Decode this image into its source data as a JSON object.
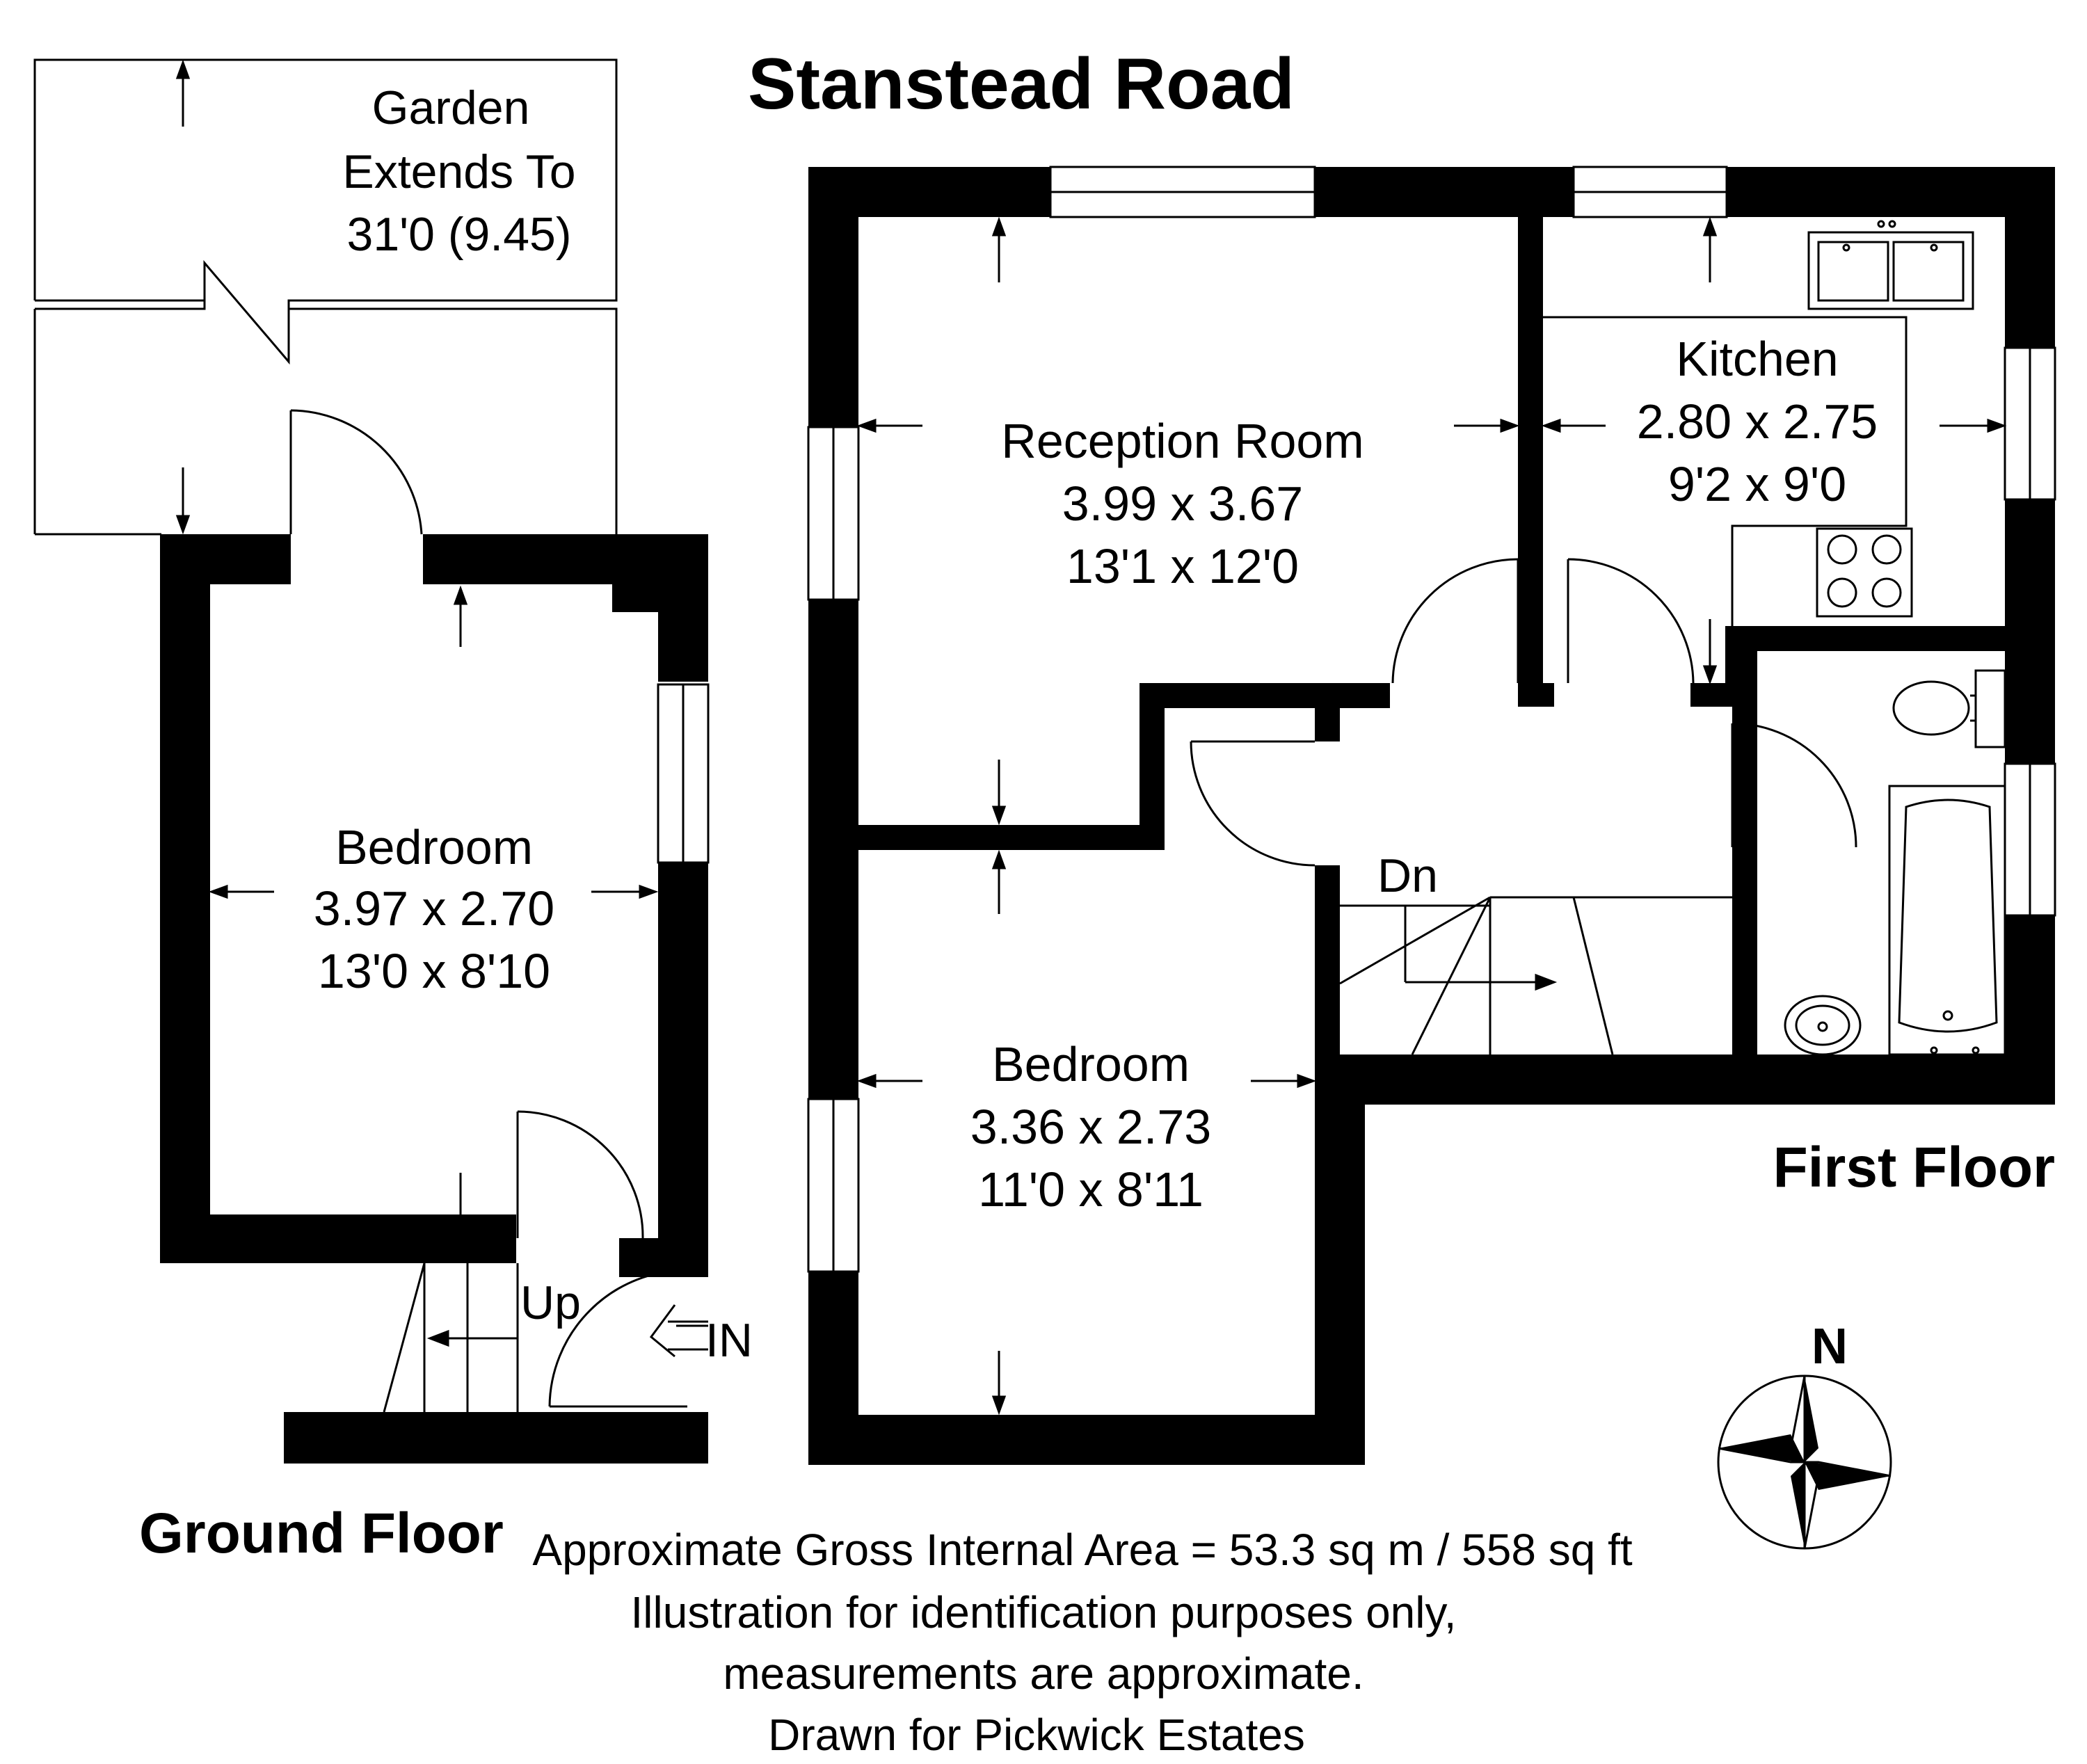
{
  "title": "Stanstead Road",
  "garden": {
    "line1": "Garden",
    "line2": "Extends To",
    "line3": "31'0 (9.45)"
  },
  "rooms": {
    "ground_bedroom": {
      "name": "Bedroom",
      "metric": "3.97 x 2.70",
      "imperial": "13'0 x 8'10"
    },
    "reception": {
      "name": "Reception Room",
      "metric": "3.99 x 3.67",
      "imperial": "13'1 x 12'0"
    },
    "kitchen": {
      "name": "Kitchen",
      "metric": "2.80 x 2.75",
      "imperial": "9'2 x 9'0"
    },
    "first_bedroom": {
      "name": "Bedroom",
      "metric": "3.36 x 2.73",
      "imperial": "11'0 x 8'11"
    }
  },
  "labels": {
    "up": "Up",
    "down": "Dn",
    "entrance": "IN"
  },
  "floors": {
    "ground": "Ground Floor",
    "first": "First Floor"
  },
  "compass": "N",
  "footer": {
    "area": "Approximate Gross Internal Area = 53.3 sq m / 558 sq ft",
    "note1": "Illustration for identification purposes only,",
    "note2": "measurements are approximate.",
    "drawn": "Drawn for Pickwick Estates"
  },
  "colors": {
    "wall": "#000000",
    "background": "#ffffff"
  }
}
